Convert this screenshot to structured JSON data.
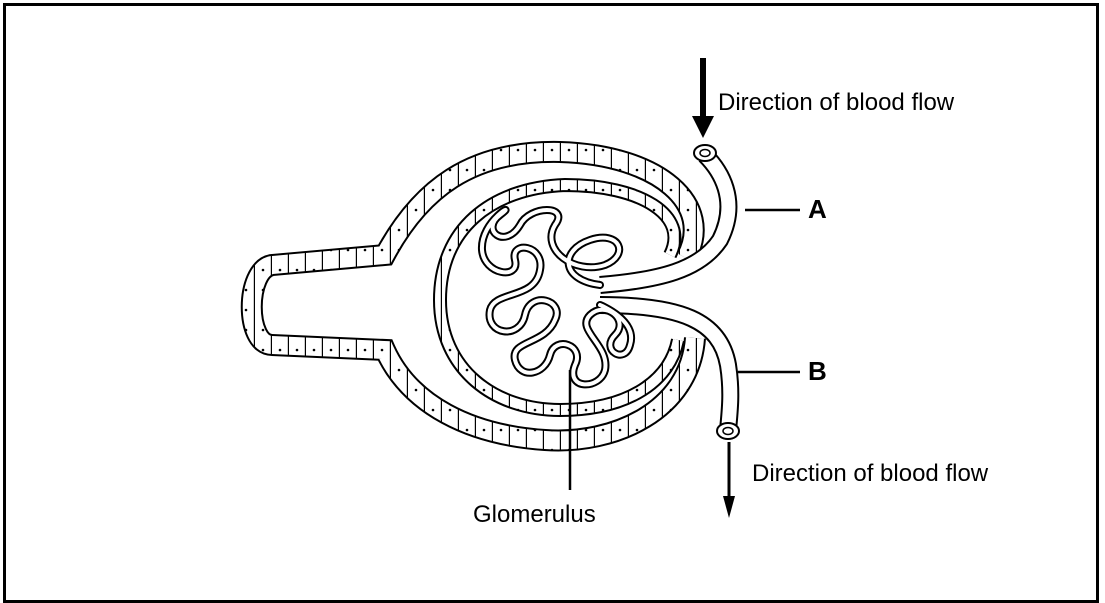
{
  "labels": {
    "flow_in": "Direction of blood flow",
    "flow_out": "Direction of blood flow",
    "vessel_a": "A",
    "vessel_b": "B",
    "glomerulus": "Glomerulus"
  }
}
